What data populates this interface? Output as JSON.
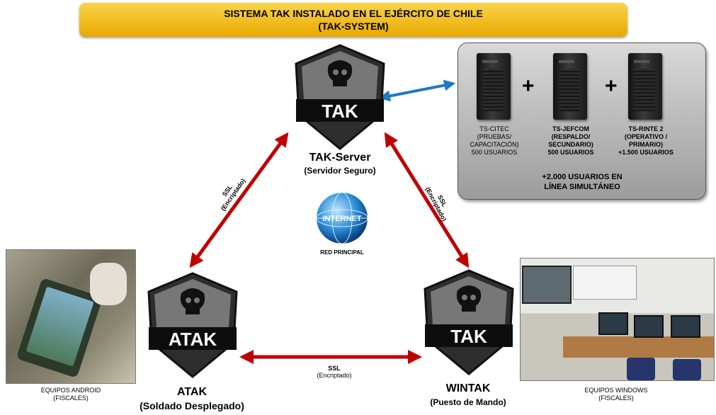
{
  "title": {
    "line1": "SISTEMA TAK INSTALADO  EN EL EJÉRCITO DE CHILE",
    "line2": "(TAK-SYSTEM)"
  },
  "nodes": {
    "tak_server": {
      "logo_text": "TAK",
      "name": "TAK-Server",
      "subtitle": "(Servidor Seguro)"
    },
    "atak": {
      "logo_text": "ATAK",
      "name": "ATAK",
      "subtitle": "(Soldado Desplegado)"
    },
    "wintak": {
      "logo_text": "TAK",
      "name": "WINTAK",
      "subtitle": "(Puesto de Mando)"
    }
  },
  "internet": {
    "globe_text": "INTERNET",
    "label": "RED PRINCIPAL"
  },
  "links": {
    "left": {
      "line1": "SSL",
      "line2": "(Encriptado)"
    },
    "right": {
      "line1": "SSL",
      "line2": "(Encriptado)"
    },
    "bottom": {
      "line1": "SSL",
      "line2": "(Encriptado)"
    }
  },
  "servers": [
    {
      "lines": [
        "TS-CITEC",
        "(PRUEBAS/",
        "CAPACITACIÓN)",
        "500 USUARIOS"
      ],
      "bold": false
    },
    {
      "lines": [
        "TS-JEFCOM",
        "(RESPALDO/",
        "SECUNDARIO)",
        "500 USUARIOS"
      ],
      "bold": true
    },
    {
      "lines": [
        "TS-RINTE 2",
        "(OPERATIVO /",
        "PRIMARIO)",
        "+1.500 USUARIOS"
      ],
      "bold": true
    }
  ],
  "servers_total": {
    "line1": "+2.000 USUARIOS EN",
    "line2": "LÍNEA SIMULTÁNEO"
  },
  "photos": {
    "android": {
      "label1": "EQUIPOS ANDROID",
      "label2": "(FISCALES)"
    },
    "windows": {
      "label1": "EQUIPOS WINDOWS",
      "label2": "(FISCALES)"
    }
  },
  "colors": {
    "arrow_red": "#c00000",
    "arrow_blue": "#1f78c8",
    "banner": "#f2c230"
  }
}
